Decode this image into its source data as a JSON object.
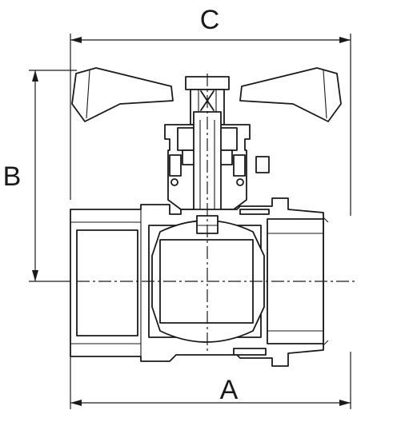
{
  "labels": {
    "c": "C",
    "b": "B",
    "a": "A"
  },
  "colors": {
    "line": "#1a1a1a",
    "background": "#ffffff"
  }
}
